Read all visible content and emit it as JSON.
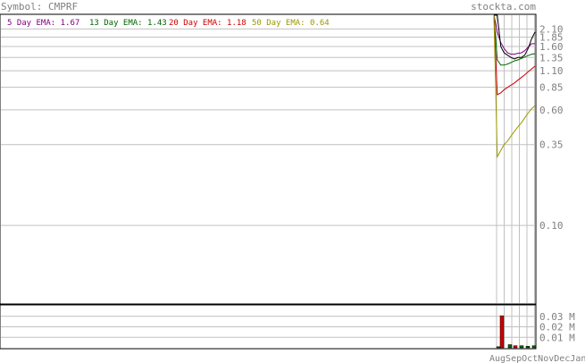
{
  "header": {
    "symbol_label": "Symbol: CMPRF",
    "site": "stockta.com"
  },
  "colors": {
    "ema5": "#800080",
    "ema13": "#006600",
    "ema20": "#cc0000",
    "ema50": "#999900",
    "price": "#000000",
    "grid": "#c0c0c0",
    "axis_text": "#808080",
    "header_text": "#808080",
    "volume_bar": "#cc0000",
    "volume_bar_small": "#006600"
  },
  "legend": [
    {
      "label": "5 Day EMA: 1.67",
      "color_key": "ema5"
    },
    {
      "label": "13 Day EMA: 1.43",
      "color_key": "ema13"
    },
    {
      "label": "20 Day EMA: 1.18",
      "color_key": "ema20"
    },
    {
      "label": "50 Day EMA: 0.64",
      "color_key": "ema50"
    }
  ],
  "chart_data": [
    {
      "type": "line",
      "scale": "log",
      "y_ticks": [
        "2.10",
        "1.85",
        "1.60",
        "1.35",
        "1.10",
        "0.85",
        "0.60",
        "0.35",
        "0.10"
      ],
      "y_tick_values": [
        2.1,
        1.85,
        1.6,
        1.35,
        1.1,
        0.85,
        0.6,
        0.35,
        0.1
      ],
      "ylim": [
        0.03,
        2.6
      ],
      "series": [
        {
          "name": "5 Day EMA",
          "color_key": "ema5",
          "x": [
            0,
            1,
            2,
            3,
            4,
            5,
            6,
            7,
            8,
            9,
            10,
            11,
            12
          ],
          "values": [
            2.6,
            2.0,
            1.7,
            1.55,
            1.45,
            1.42,
            1.42,
            1.44,
            1.45,
            1.5,
            1.58,
            1.67,
            1.67
          ]
        },
        {
          "name": "13 Day EMA",
          "color_key": "ema13",
          "x": [
            0,
            1,
            2,
            3,
            4,
            5,
            6,
            7,
            8,
            9,
            10,
            11,
            12
          ],
          "values": [
            2.6,
            1.3,
            1.2,
            1.2,
            1.22,
            1.25,
            1.28,
            1.3,
            1.33,
            1.36,
            1.39,
            1.42,
            1.43
          ]
        },
        {
          "name": "20 Day EMA",
          "color_key": "ema20",
          "x": [
            0,
            1,
            2,
            3,
            4,
            5,
            6,
            7,
            8,
            9,
            10,
            11,
            12
          ],
          "values": [
            2.6,
            0.76,
            0.78,
            0.82,
            0.85,
            0.88,
            0.91,
            0.95,
            0.99,
            1.03,
            1.08,
            1.13,
            1.18
          ]
        },
        {
          "name": "50 Day EMA",
          "color_key": "ema50",
          "x": [
            0,
            1,
            2,
            3,
            4,
            5,
            6,
            7,
            8,
            9,
            10,
            11,
            12
          ],
          "values": [
            2.6,
            0.29,
            0.32,
            0.35,
            0.37,
            0.4,
            0.43,
            0.46,
            0.49,
            0.53,
            0.57,
            0.61,
            0.64
          ]
        },
        {
          "name": "Price",
          "color_key": "price",
          "x": [
            0,
            1,
            2,
            3,
            4,
            5,
            6,
            7,
            8,
            9,
            10,
            11,
            12
          ],
          "values": [
            2.6,
            2.6,
            1.6,
            1.45,
            1.4,
            1.35,
            1.32,
            1.35,
            1.35,
            1.4,
            1.55,
            1.8,
            2.0
          ]
        }
      ]
    },
    {
      "type": "bar",
      "title": "Volume",
      "y_ticks": [
        "0.03 M",
        "0.02 M",
        "0.01 M"
      ],
      "y_tick_values": [
        0.03,
        0.02,
        0.01
      ],
      "ylim": [
        0,
        0.04
      ],
      "x_label_text": "AugSepOctNovDecJan",
      "values": [
        0.001,
        0.0305,
        0.003,
        0.002,
        0.002,
        0.0015,
        0.002
      ],
      "colors": [
        "volume_bar_small",
        "volume_bar",
        "volume_bar_small",
        "volume_bar",
        "volume_bar_small",
        "volume_bar_small",
        "volume_bar_small"
      ]
    }
  ]
}
